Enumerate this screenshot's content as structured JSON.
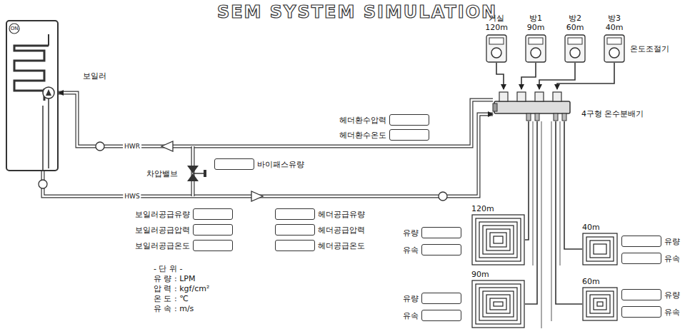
{
  "diagram": {
    "title": "SEM SYSTEM SIMULATION",
    "nodes": [
      {
        "text": [
          "보일러"
        ]
      },
      {
        "text": [
          "거실",
          "120m"
        ]
      },
      {
        "text": [
          "방1",
          "90m"
        ]
      },
      {
        "text": [
          "방2",
          "60m"
        ]
      },
      {
        "text": [
          "방3",
          "40m"
        ]
      },
      {
        "text": [
          "4구형 온수분배기"
        ]
      },
      {
        "text": [
          "헤더환수압력"
        ]
      },
      {
        "text": [
          "헤더환수온도"
        ]
      },
      {
        "text": [
          "바이패스유량"
        ]
      },
      {
        "text": [
          "보일러공급유량"
        ]
      },
      {
        "text": [
          "보일러공급압력"
        ]
      },
      {
        "text": [
          "보일러공급온도"
        ]
      },
      {
        "text": [
          "헤더공급유량"
        ]
      },
      {
        "text": [
          "헤더공급압력"
        ]
      },
      {
        "text": [
          "헤더공급온도"
        ]
      },
      {
        "text": [
          "120m"
        ]
      },
      {
        "text": [
          "유량"
        ]
      },
      {
        "text": [
          "유속"
        ]
      },
      {
        "text": [
          "40m"
        ]
      },
      {
        "text": [
          "유량"
        ]
      },
      {
        "text": [
          "유속"
        ]
      },
      {
        "text": [
          "90m"
        ]
      },
      {
        "text": [
          "유량"
        ]
      },
      {
        "text": [
          "유속"
        ]
      },
      {
        "text": [
          "60m"
        ]
      },
      {
        "text": [
          "유량"
        ]
      },
      {
        "text": [
          "유속"
        ]
      }
    ],
    "edges": [
      {
        "from": 0,
        "to": 5,
        "label": "HWS",
        "arrow": "to"
      },
      {
        "from": 5,
        "to": 0,
        "label": "HWR",
        "arrow": "to"
      },
      {
        "from": 1,
        "to": 5,
        "arrow": "to"
      },
      {
        "from": 2,
        "to": 5,
        "arrow": "to"
      },
      {
        "from": 3,
        "to": 5,
        "arrow": "to"
      },
      {
        "from": 4,
        "to": 5,
        "arrow": "to"
      },
      {
        "from": 5,
        "to": 15,
        "arrow": "none"
      },
      {
        "from": 5,
        "to": 21,
        "arrow": "none"
      },
      {
        "from": 5,
        "to": 18,
        "arrow": "none"
      },
      {
        "from": 5,
        "to": 24,
        "arrow": "none"
      }
    ],
    "labels": [
      "ON",
      "온도조절기",
      "차압밸브",
      "- 단 위 -",
      "유 량 : LPM",
      "압 력 : kgf/cm²",
      "온 도 : ℃",
      "유 속 : m/s"
    ]
  }
}
